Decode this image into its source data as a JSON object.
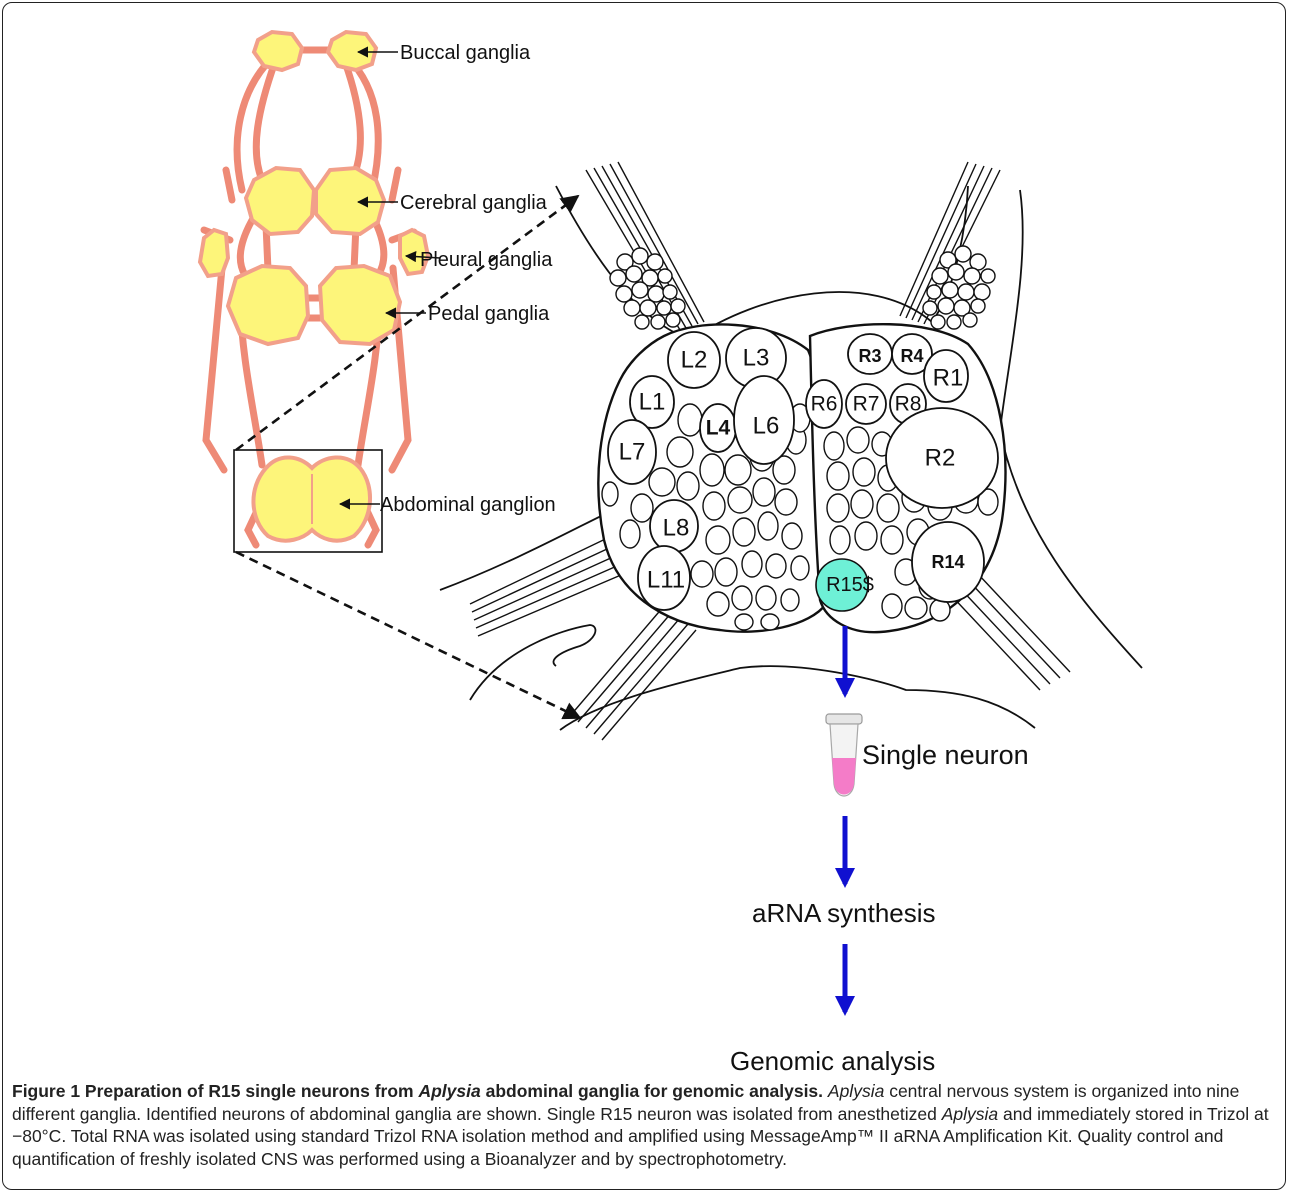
{
  "ganglia_labels": {
    "buccal": "Buccal ganglia",
    "cerebral": "Cerebral ganglia",
    "pleural": "Pleural ganglia",
    "pedal": "Pedal ganglia",
    "abdominal": "Abdominal ganglion"
  },
  "neuron_labels": {
    "L1": "L1",
    "L2": "L2",
    "L3": "L3",
    "L4": "L4",
    "L6": "L6",
    "L7": "L7",
    "L8": "L8",
    "L11": "L11",
    "R1": "R1",
    "R2": "R2",
    "R3": "R3",
    "R4": "R4",
    "R6": "R6",
    "R7": "R7",
    "R8": "R8",
    "R14": "R14",
    "R15": "R15$"
  },
  "workflow": {
    "step1": "Single neuron",
    "step2": "aRNA synthesis",
    "step3": "Genomic analysis"
  },
  "caption": {
    "title_a": "Figure 1 Preparation of R15 single neurons from ",
    "title_species": "Aplysia",
    "title_b": " abdominal ganglia for genomic analysis.",
    "s1_species": "Aplysia",
    "s1": " central nervous system is organized into nine different ganglia. Identified neurons of abdominal ganglia are shown. Single R15 neuron was isolated from anesthetized ",
    "s2_species": "Aplysia",
    "s2": " and immediately stored in Trizol at −80°C. Total RNA was isolated using standard Trizol RNA isolation method and amplified using MessageAmp™ II aRNA Amplification Kit. Quality control and quantification of freshly isolated CNS was performed using a Bioanalyzer and by spectrophotometry."
  },
  "colors": {
    "ganglion_fill": "#fdf57a",
    "ganglion_border": "#f2a08a",
    "nerve": "#ee8a76",
    "r15_fill": "#6ef0d6",
    "arrow_blue": "#1010d0",
    "tube_liquid": "#f47cc8"
  }
}
